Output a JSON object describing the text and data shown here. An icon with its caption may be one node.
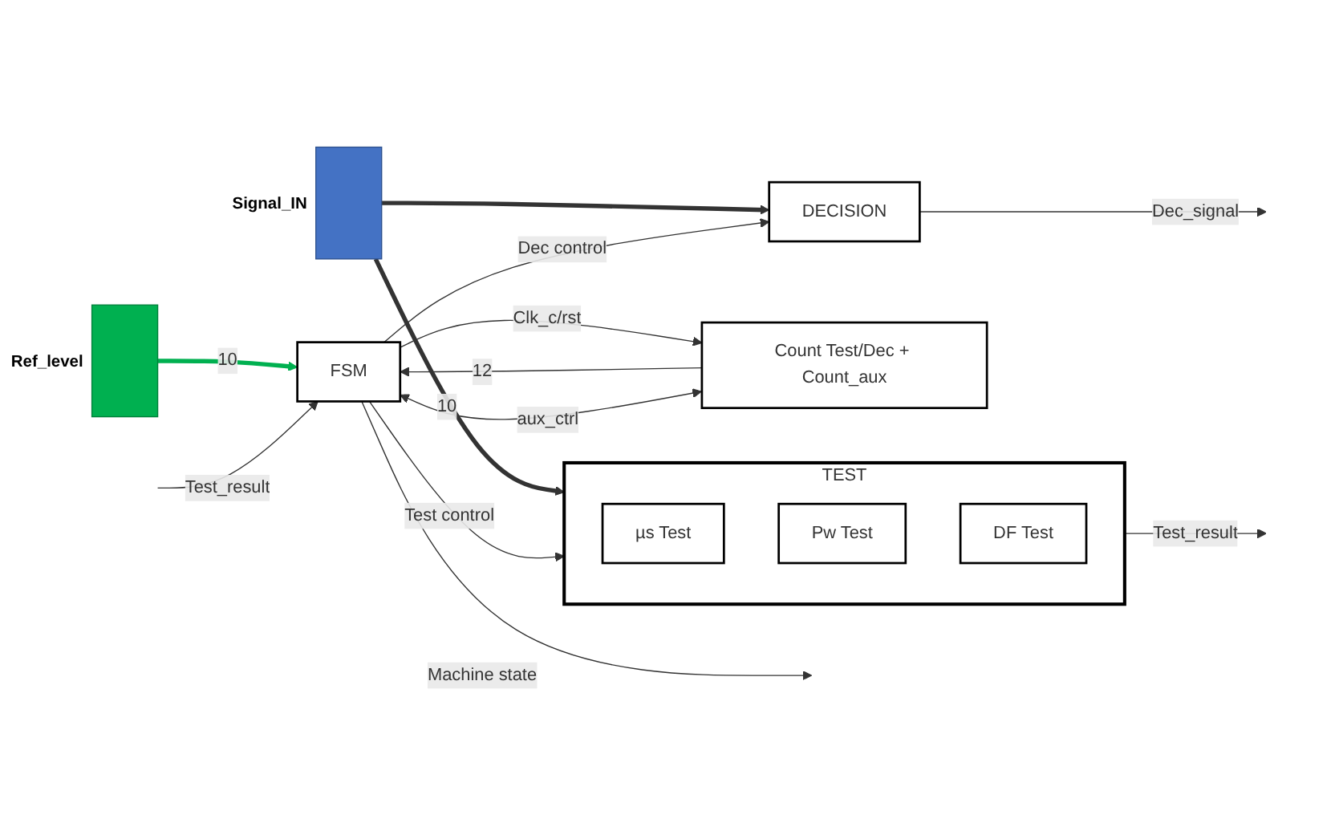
{
  "diagram": {
    "nodes": [
      {
        "text": [],
        "shape": "bar",
        "beside": [
          "Signal_IN"
        ]
      },
      {
        "text": [],
        "shape": "bar",
        "beside": [
          "Ref_level"
        ]
      },
      {
        "text": [
          "Count Test/Dec + Count_aux"
        ]
      },
      {
        "text": [
          "FSM"
        ]
      },
      {
        "text": [
          "TEST"
        ]
      },
      {
        "text": [
          "µs Test"
        ],
        "in": 4
      },
      {
        "text": [
          "Pw Test"
        ],
        "in": 4
      },
      {
        "text": [
          "DF Test"
        ],
        "in": 4
      },
      {
        "text": [
          "DECISION"
        ]
      }
    ],
    "edges": [
      {
        "from": 0,
        "to": 4,
        "arrow": "to",
        "label": "10",
        "style": "thick"
      },
      {
        "from": 0,
        "to": 8,
        "arrow": "to",
        "style": "thick"
      },
      {
        "from": 1,
        "to": 3,
        "arrow": "to",
        "label": "10",
        "style": "thick",
        "color": "#00b050"
      },
      {
        "from": 2,
        "to": 3,
        "arrow": "to",
        "label": "12"
      },
      {
        "from": 3,
        "to": 2,
        "arrow": "to",
        "label": "Clk_c/rst"
      },
      {
        "from": 2,
        "to": 3,
        "arrow": "both",
        "label": "aux_ctrl"
      },
      {
        "from": null,
        "to": 3,
        "arrow": "to",
        "label": "Test_result"
      },
      {
        "from": 3,
        "to": 4,
        "arrow": "to",
        "label": "Test control"
      },
      {
        "from": 3,
        "to": 8,
        "arrow": "to",
        "label": "Dec control"
      },
      {
        "from": 3,
        "to": null,
        "arrow": "to",
        "label": "Machine state"
      },
      {
        "from": 4,
        "to": null,
        "arrow": "to",
        "label": "Test_result"
      },
      {
        "from": 8,
        "to": null,
        "arrow": "to",
        "label": "Dec_signal"
      }
    ]
  }
}
